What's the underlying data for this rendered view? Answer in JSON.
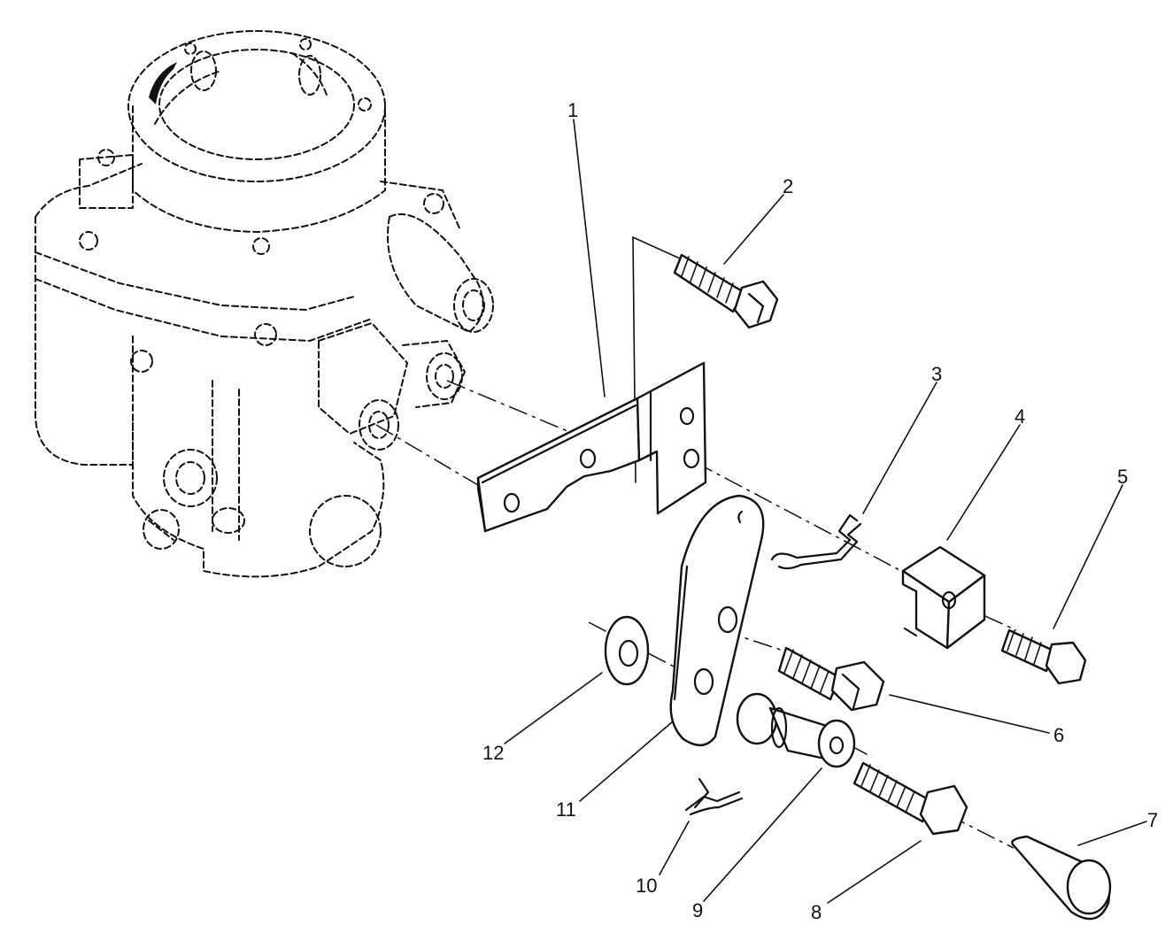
{
  "callouts": [
    {
      "id": "1",
      "label": "1"
    },
    {
      "id": "2",
      "label": "2"
    },
    {
      "id": "3",
      "label": "3"
    },
    {
      "id": "4",
      "label": "4"
    },
    {
      "id": "5",
      "label": "5"
    },
    {
      "id": "6",
      "label": "6"
    },
    {
      "id": "7",
      "label": "7"
    },
    {
      "id": "8",
      "label": "8"
    },
    {
      "id": "9",
      "label": "9"
    },
    {
      "id": "10",
      "label": "10"
    },
    {
      "id": "11",
      "label": "11"
    },
    {
      "id": "12",
      "label": "12"
    }
  ]
}
